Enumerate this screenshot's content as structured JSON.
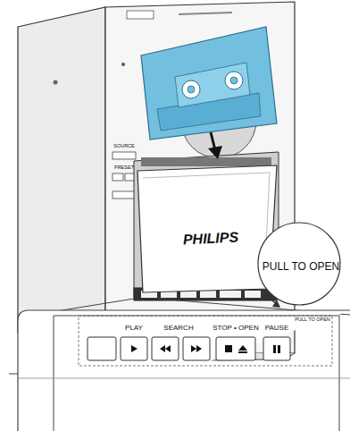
{
  "diagram": {
    "nodes": [
      {
        "text": [
          "PHILIPS"
        ]
      },
      {
        "text": [
          "PULL TO OPEN"
        ]
      },
      {
        "text": [
          "PLAY",
          "SEARCH",
          "STOP • OPEN",
          "PAUSE",
          "PULL TO OPEN"
        ]
      }
    ],
    "labels": [
      "SOURCE",
      "PRESET"
    ]
  }
}
